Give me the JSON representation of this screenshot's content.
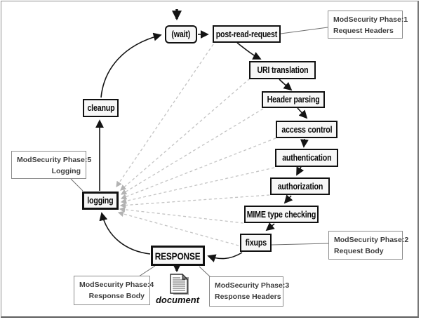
{
  "diagram": {
    "stages": {
      "wait": "(wait)",
      "post_read_request": "post-read-request",
      "uri_translation": "URI translation",
      "header_parsing": "Header parsing",
      "access_control": "access control",
      "authentication": "authentication",
      "authorization": "authorization",
      "mime_type_checking": "MIME type checking",
      "fixups": "fixups",
      "response": "RESPONSE",
      "logging": "logging",
      "cleanup": "cleanup"
    },
    "annotations": {
      "phase1": {
        "line1": "ModSecurity Phase:1",
        "line2": "Request Headers"
      },
      "phase2": {
        "line1": "ModSecurity Phase:2",
        "line2": "Request Body"
      },
      "phase3": {
        "line1": "ModSecurity Phase:3",
        "line2": "Response Headers"
      },
      "phase4": {
        "line1": "ModSecurity Phase:4",
        "line2": "Response Body"
      },
      "phase5": {
        "line1": "ModSecurity Phase:5",
        "line2": "Logging"
      }
    },
    "document_label": "document",
    "colors": {
      "arrow": "#141414",
      "dashed_arrow": "#c3c3c3",
      "connector": "#6f6f6f",
      "box_border": "#111111",
      "annotation_border": "#8c8c8c",
      "annotation_text": "#3d3d3d"
    }
  }
}
